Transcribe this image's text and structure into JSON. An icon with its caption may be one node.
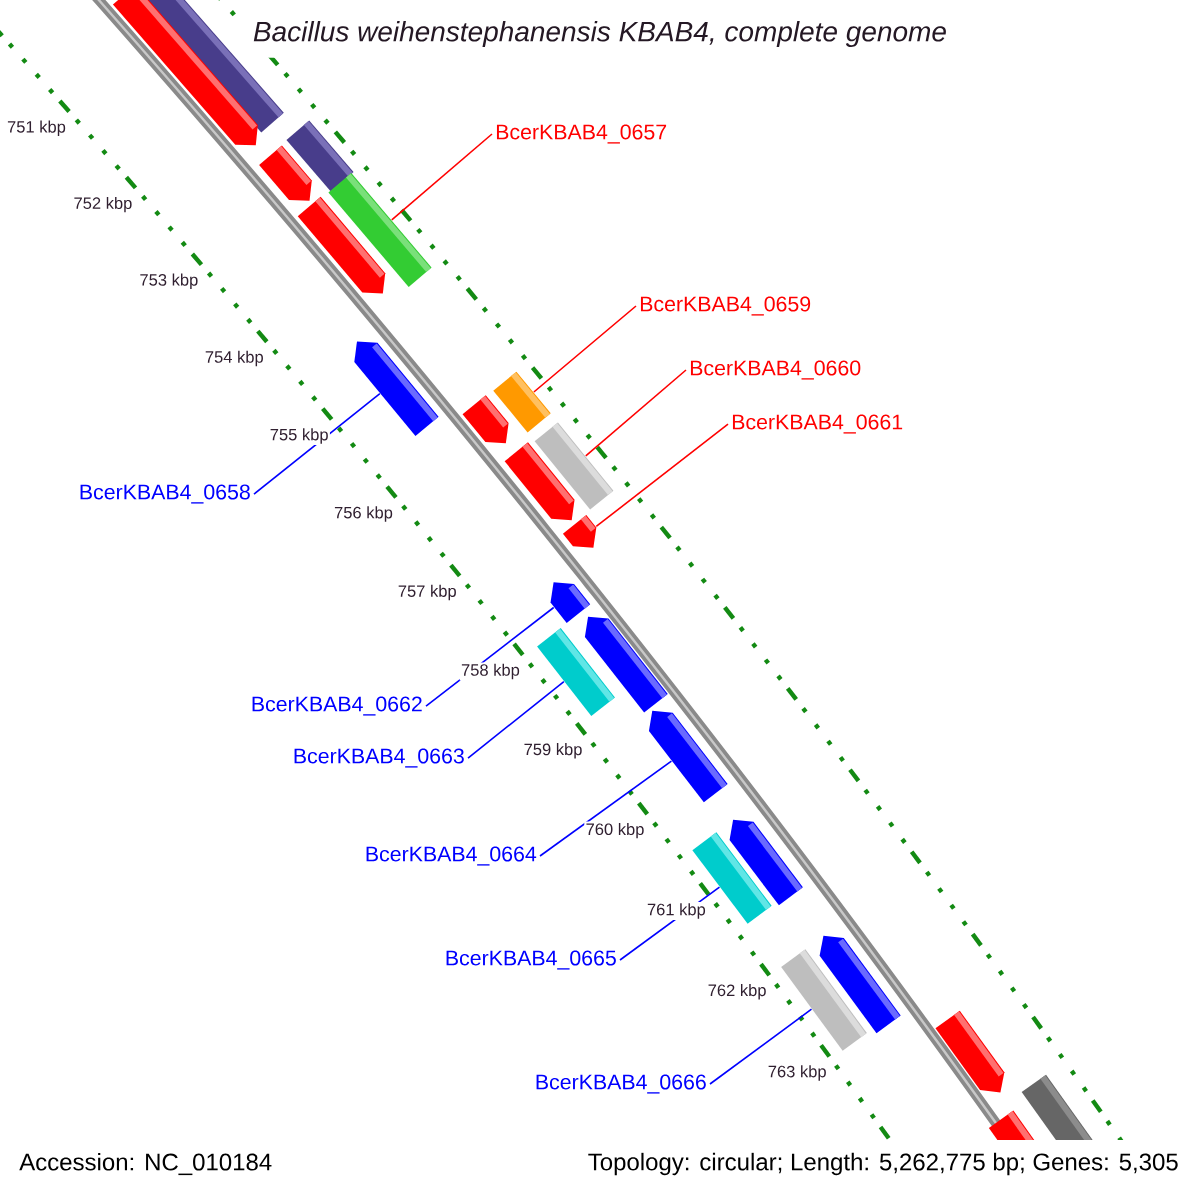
{
  "diagram": {
    "title": "Bacillus weihenstephanensis KBAB4, complete genome",
    "nodes": [
      {
        "text": [
          "BcerKBAB4_0657"
        ]
      },
      {
        "text": [],
        "shape": "bar"
      },
      {
        "text": [
          "BcerKBAB4_0659"
        ]
      },
      {
        "text": [],
        "shape": "bar"
      },
      {
        "text": [
          "BcerKBAB4_0660"
        ]
      },
      {
        "text": [],
        "shape": "bar"
      },
      {
        "text": [
          "BcerKBAB4_0661"
        ]
      },
      {
        "text": [],
        "shape": "arrow"
      },
      {
        "text": [
          "BcerKBAB4_0658"
        ]
      },
      {
        "text": [],
        "shape": "arrow"
      },
      {
        "text": [
          "BcerKBAB4_0662"
        ]
      },
      {
        "text": [],
        "shape": "arrow"
      },
      {
        "text": [
          "BcerKBAB4_0663"
        ]
      },
      {
        "text": [],
        "shape": "bar"
      },
      {
        "text": [
          "BcerKBAB4_0664"
        ]
      },
      {
        "text": [],
        "shape": "arrow"
      },
      {
        "text": [
          "BcerKBAB4_0665"
        ]
      },
      {
        "text": [],
        "shape": "bar"
      },
      {
        "text": [
          "BcerKBAB4_0666"
        ]
      },
      {
        "text": [],
        "shape": "bar"
      }
    ],
    "edges": [
      {
        "from": 0,
        "to": 1,
        "arrow": "none",
        "color": "#ff0000"
      },
      {
        "from": 2,
        "to": 3,
        "arrow": "none",
        "color": "#ff0000"
      },
      {
        "from": 4,
        "to": 5,
        "arrow": "none",
        "color": "#ff0000"
      },
      {
        "from": 6,
        "to": 7,
        "arrow": "none",
        "color": "#ff0000"
      },
      {
        "from": 8,
        "to": 9,
        "arrow": "none"
      },
      {
        "from": 10,
        "to": 11,
        "arrow": "none"
      },
      {
        "from": 12,
        "to": 13,
        "arrow": "none"
      },
      {
        "from": 14,
        "to": 15,
        "arrow": "none"
      },
      {
        "from": 16,
        "to": 17,
        "arrow": "none"
      },
      {
        "from": 18,
        "to": 19,
        "arrow": "none"
      }
    ],
    "labels": [
      "751 kbp",
      "752 kbp",
      "753 kbp",
      "754 kbp",
      "755 kbp",
      "756 kbp",
      "757 kbp",
      "758 kbp",
      "759 kbp",
      "760 kbp",
      "761 kbp",
      "762 kbp",
      "763 kbp",
      "Accession: NC_010184",
      "Topology: circular; Length: 5,262,775 bp; Genes: 5,305"
    ]
  }
}
